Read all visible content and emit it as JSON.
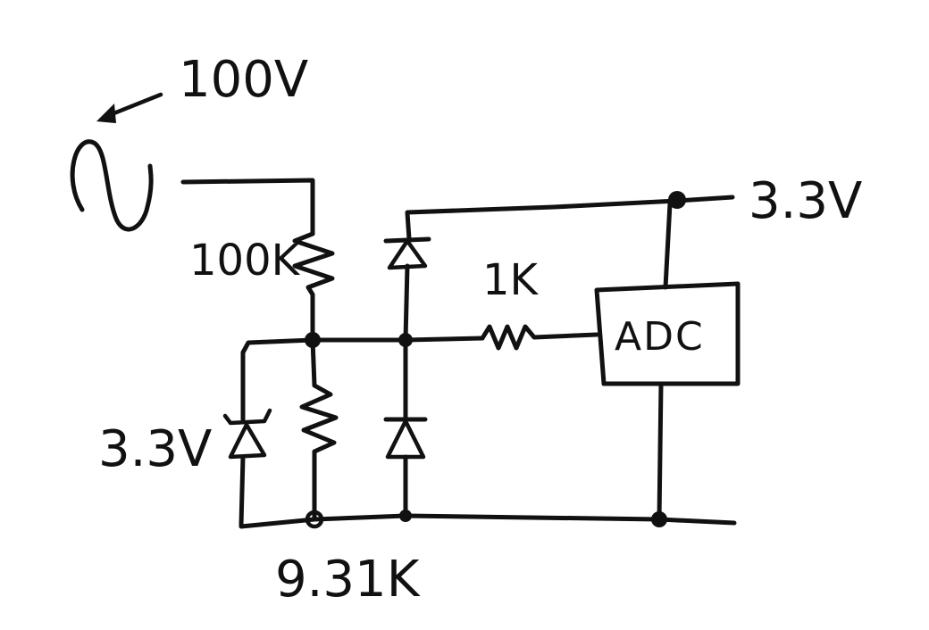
{
  "labels": {
    "source_voltage": "100V",
    "supply_voltage": "3.3V",
    "top_resistor": "100K",
    "series_resistor": "1K",
    "zener_voltage": "3.3V",
    "bottom_resistor": "9.31K",
    "adc_block": "ADC"
  },
  "ink_color": "#111111",
  "background_color": "#ffffff"
}
